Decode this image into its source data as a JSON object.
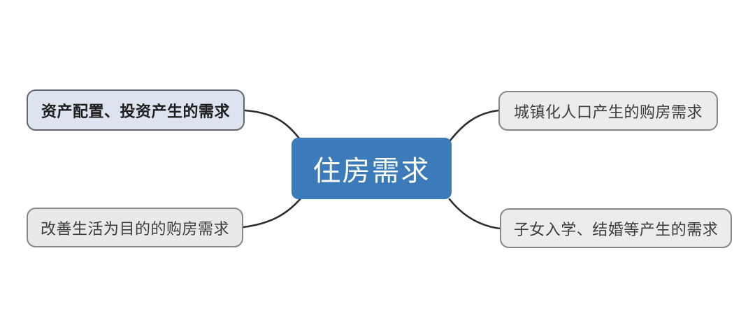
{
  "diagram": {
    "title_hint": "住房需求脑图",
    "canvas_bg": "#ffffff",
    "connector_color": "#2d2d2d",
    "center": {
      "label": "住房需求",
      "bg": "#3c7bb9",
      "text_color": "#ffffff"
    },
    "branches": [
      {
        "position": "top-left",
        "label": "资产配置、投资产生的需求",
        "bg": "#dee3f0",
        "border": "#64676f",
        "text_color": "#1e1e1e",
        "bold": true
      },
      {
        "position": "top-right",
        "label": "城镇化人口产生的购房需求",
        "bg": "#ececec",
        "border": "#87878a",
        "text_color": "#3c3c3c",
        "bold": false
      },
      {
        "position": "bottom-left",
        "label": "改善生活为目的的购房需求",
        "bg": "#e9e9e9",
        "border": "#87878a",
        "text_color": "#3c3c3c",
        "bold": false
      },
      {
        "position": "bottom-right",
        "label": "子女入学、结婚等产生的需求",
        "bg": "#ececec",
        "border": "#87878a",
        "text_color": "#3c3c3c",
        "bold": false
      }
    ]
  }
}
